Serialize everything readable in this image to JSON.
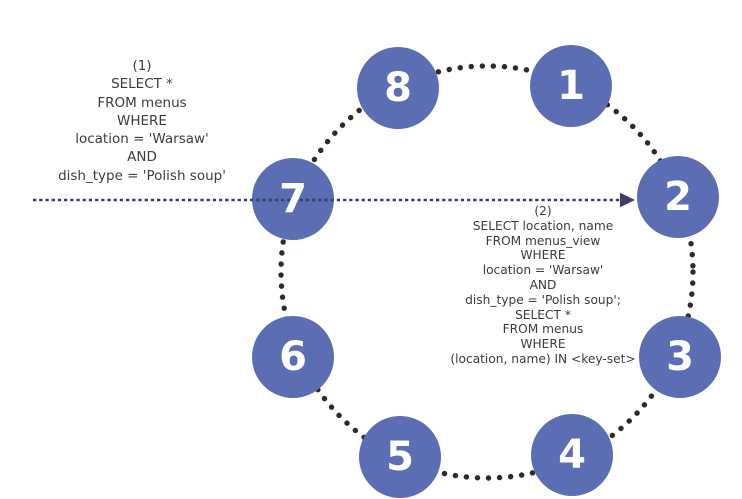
{
  "nodes": [
    {
      "label": "1"
    },
    {
      "label": "2"
    },
    {
      "label": "3"
    },
    {
      "label": "4"
    },
    {
      "label": "5"
    },
    {
      "label": "6"
    },
    {
      "label": "7"
    },
    {
      "label": "8"
    }
  ],
  "query1": {
    "lines": [
      "(1)",
      "SELECT *",
      "FROM menus",
      "WHERE",
      "location = 'Warsaw'",
      "AND",
      "dish_type = 'Polish soup'"
    ]
  },
  "query2": {
    "lines": [
      "(2)",
      "SELECT location, name",
      "FROM menus_view",
      "WHERE",
      "location = 'Warsaw'",
      "AND",
      "dish_type = 'Polish soup';",
      "SELECT *",
      "FROM menus",
      "WHERE",
      "(location, name) IN <key-set>"
    ]
  },
  "colors": {
    "node_fill": "#5b6db3",
    "node_text": "#ffffff",
    "ring_dots": "#2b2b2b",
    "arrow": "#3d3d66",
    "query_text": "#3c3c3c",
    "background": "#ffffff"
  }
}
